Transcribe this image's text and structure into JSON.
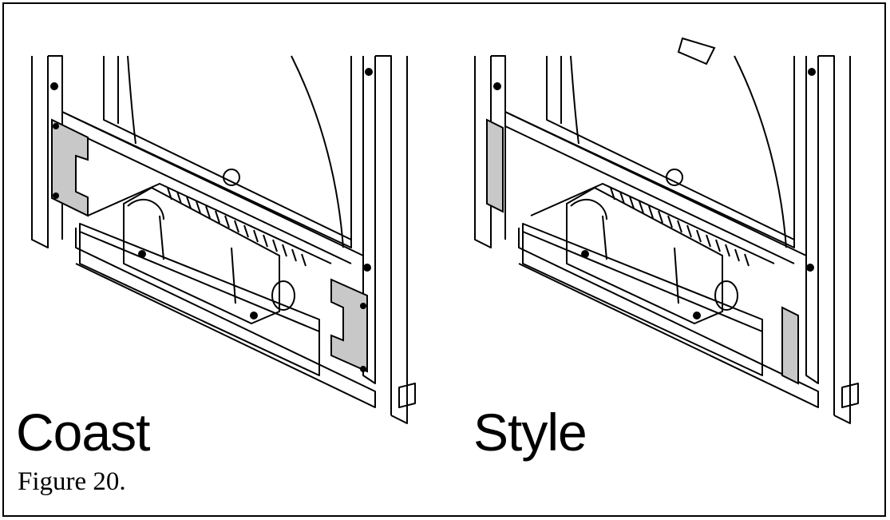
{
  "figure": {
    "caption": "Figure 20.",
    "panels": [
      {
        "id": "coast",
        "label": "Coast"
      },
      {
        "id": "style",
        "label": "Style"
      }
    ],
    "colors": {
      "line": "#000000",
      "bracket_fill": "#c8c8c8",
      "background": "#ffffff"
    }
  }
}
